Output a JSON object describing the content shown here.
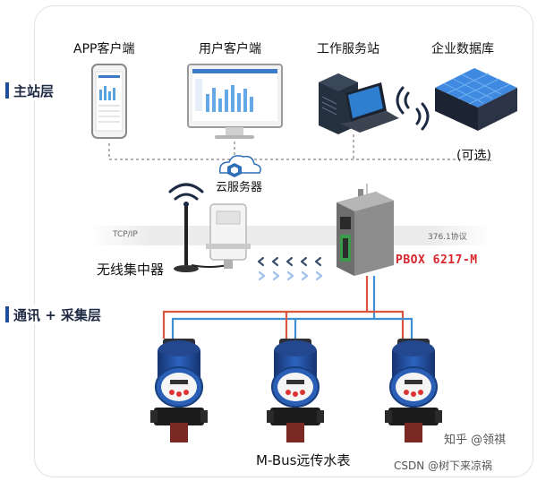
{
  "layers": {
    "master": "主站层",
    "collect": "通讯 + 采集层"
  },
  "devices": {
    "app_client": "APP客户端",
    "user_client": "用户客户端",
    "workstation": "工作服务站",
    "enterprise_db": "企业数据库",
    "optional": "(可选)",
    "cloud_server": "云服务器",
    "wireless_concentrator": "无线集中器",
    "pbox_label": "PBOX 6217-M",
    "meters": "M-Bus远传水表"
  },
  "band": {
    "left": "TCP/IP",
    "right": "376.1协议"
  },
  "watermark": "知乎 @领祺",
  "footer_credit": "CSDN @树下来凉祸",
  "colors": {
    "layer_bar": "#1f4e9c",
    "bus_red": "#d9563f",
    "bus_blue": "#3f8fd4",
    "pbox_red": "#d8262c",
    "meter_blue": "#1f4fa0"
  },
  "icons": [
    "phone-app-icon",
    "monitor-icon",
    "server-laptop-icon",
    "database-icon",
    "cloud-icon",
    "wifi-icon",
    "antenna-icon",
    "concentrator-icon",
    "pbox-gateway-icon",
    "water-meter-icon"
  ]
}
